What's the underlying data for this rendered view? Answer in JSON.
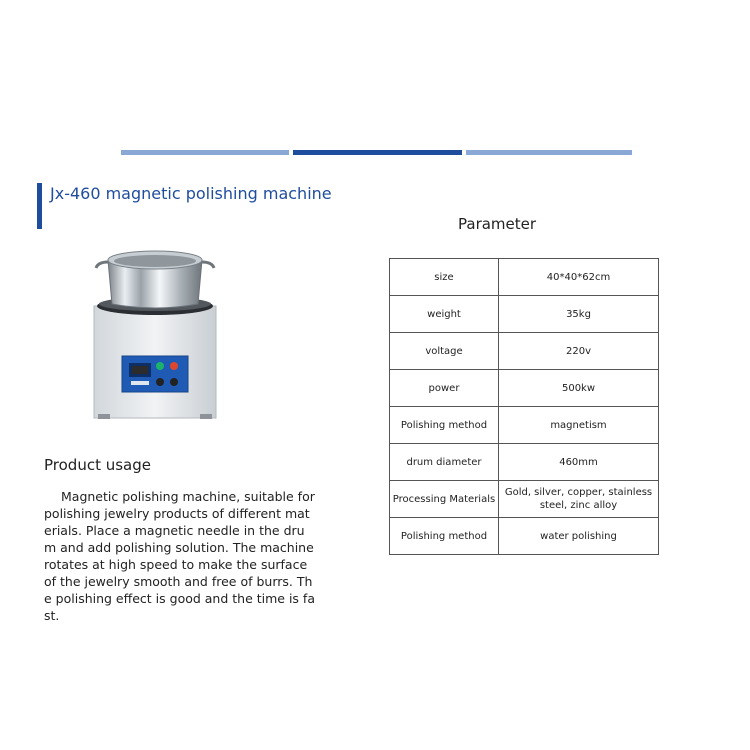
{
  "page": {
    "title": "Jx-460 magnetic polishing machine",
    "divider_colors": [
      "#8aa8d6",
      "#1f4d9e",
      "#8aa8d6"
    ],
    "accent_color": "#1f4d9e"
  },
  "parameters": {
    "heading": "Parameter",
    "rows": [
      {
        "label": "size",
        "value": "40*40*62cm"
      },
      {
        "label": "weight",
        "value": "35kg"
      },
      {
        "label": "voltage",
        "value": "220v"
      },
      {
        "label": "power",
        "value": "500kw"
      },
      {
        "label": "Polishing method",
        "value": "magnetism"
      },
      {
        "label": "drum diameter",
        "value": "460mm"
      },
      {
        "label": "Processing Materials",
        "value": "Gold, silver, copper, stainless steel, zinc alloy"
      },
      {
        "label": "Polishing method",
        "value": "water polishing"
      }
    ]
  },
  "product_image": {
    "icon": "polishing-machine-illustration"
  },
  "usage": {
    "heading": "Product usage",
    "text": "Magnetic polishing machine, suitable for polishing jewelry products of different materials. Place a magnetic needle in the drum and add polishing solution. The machine rotates at high speed to make the surface of the jewelry smooth and free of burrs. The polishing effect is good and the time is fast."
  }
}
